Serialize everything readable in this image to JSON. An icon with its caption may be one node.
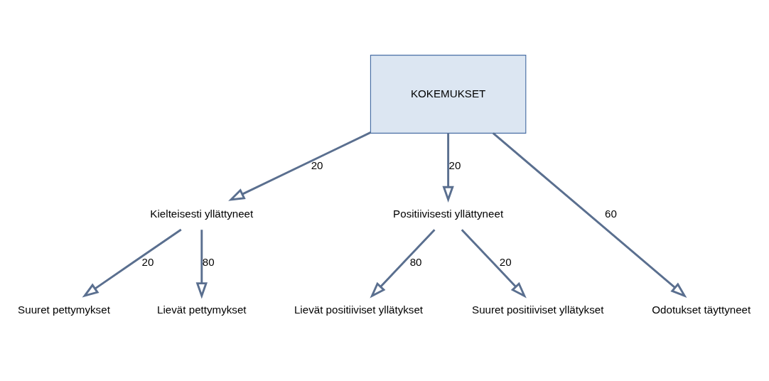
{
  "diagram": {
    "nodes": [
      {
        "text": [
          "KOKEMUKSET"
        ]
      },
      {
        "text": [
          "Kielteisesti yllättyneet"
        ]
      },
      {
        "text": [
          "Positiivisesti yllättyneet"
        ]
      },
      {
        "text": [
          "Suuret pettymykset"
        ]
      },
      {
        "text": [
          "Lievät pettymykset"
        ]
      },
      {
        "text": [
          "Odotukset täyttyneet"
        ]
      },
      {
        "text": [
          "Lievät positiiviset yllätykset"
        ]
      },
      {
        "text": [
          "Suuret positiiviset yllätykset"
        ]
      }
    ],
    "edges": [
      {
        "from": 0,
        "to": 1,
        "arrow": "to",
        "label": "20"
      },
      {
        "from": 0,
        "to": 5,
        "arrow": "to",
        "label": "60"
      },
      {
        "from": 0,
        "to": 2,
        "arrow": "to",
        "label": "20"
      },
      {
        "from": 1,
        "to": 3,
        "arrow": "to",
        "label": "20"
      },
      {
        "from": 1,
        "to": 4,
        "arrow": "to",
        "label": "80"
      },
      {
        "from": 2,
        "to": 6,
        "arrow": "to",
        "label": "80"
      },
      {
        "from": 2,
        "to": 7,
        "arrow": "to",
        "label": "20"
      }
    ]
  }
}
